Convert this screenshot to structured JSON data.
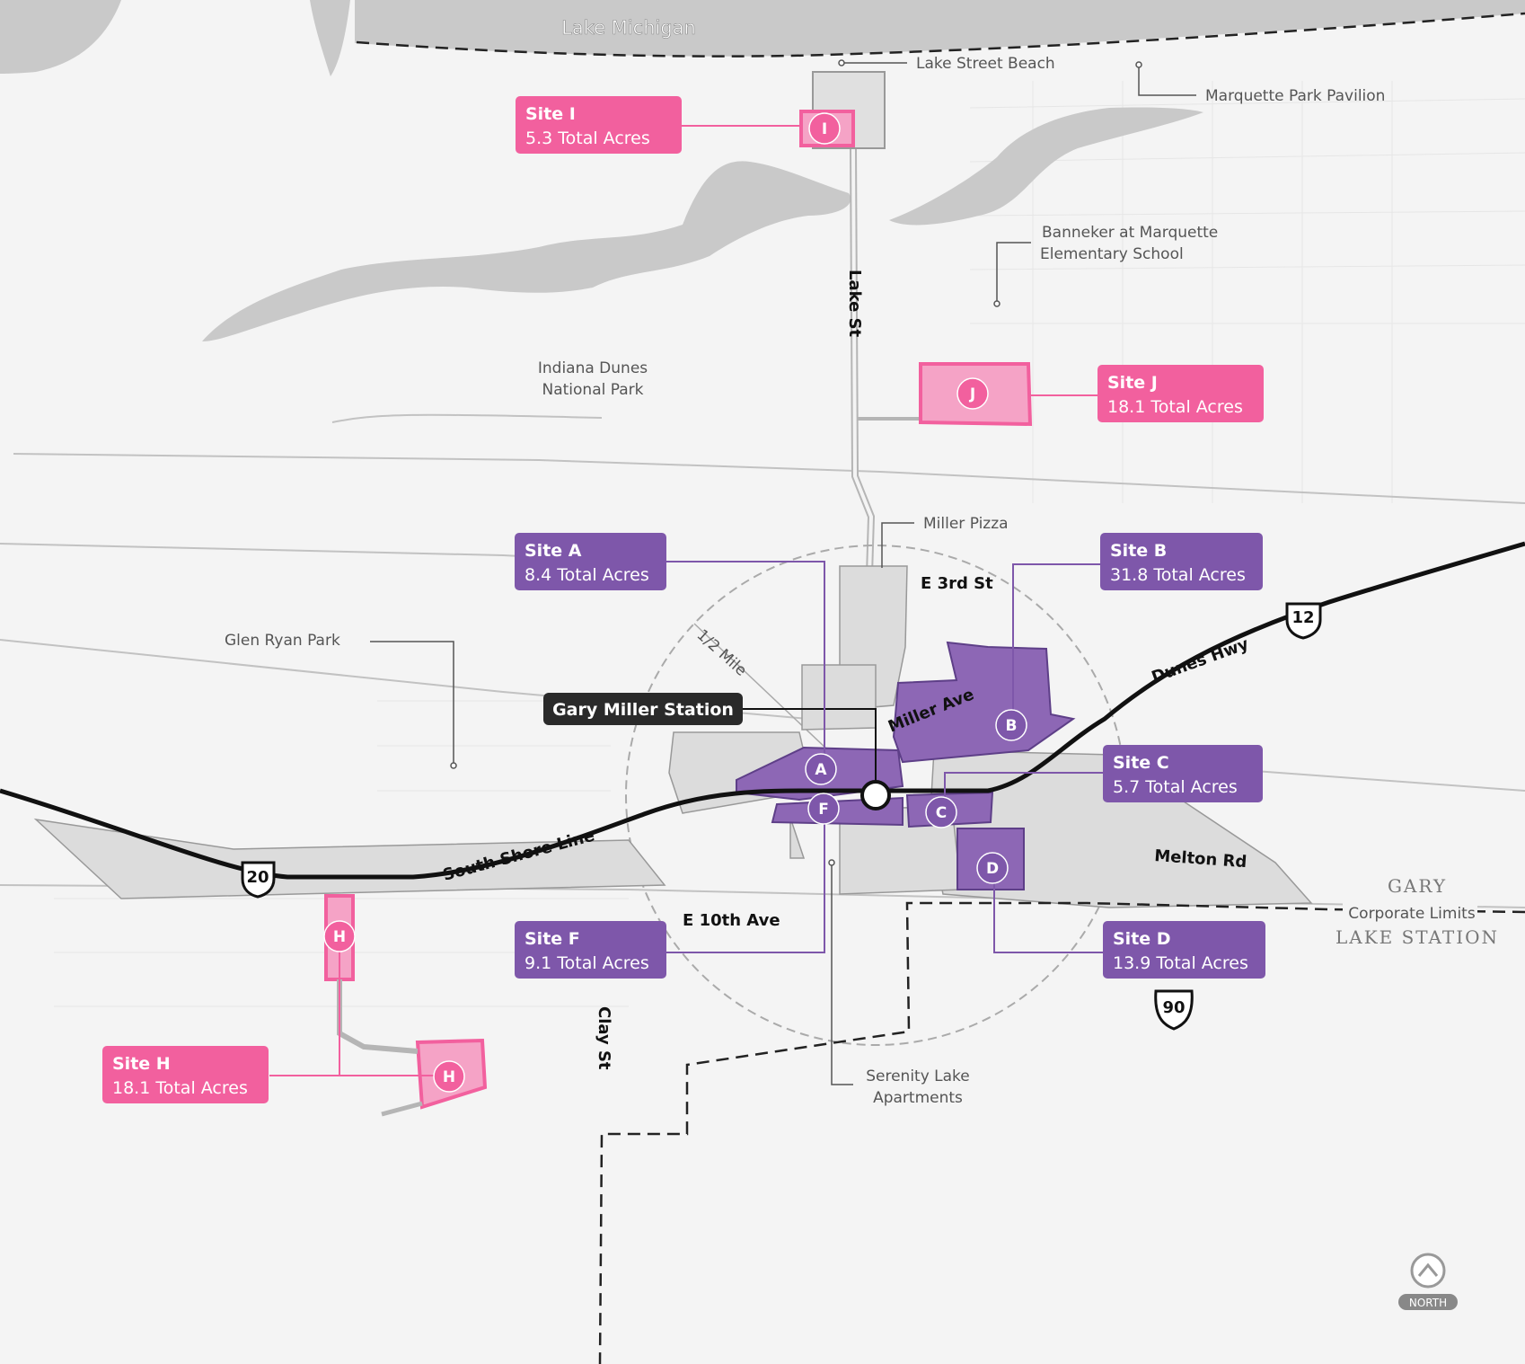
{
  "colors": {
    "pink": "#f2609e",
    "purple": "#7e57aa",
    "water": "#c9c9c9",
    "land": "#f4f4f4",
    "road": "#b5b5b5",
    "rail": "#111111"
  },
  "water": {
    "lake_label": "Lake Michigan"
  },
  "places": {
    "lake_street_beach": "Lake Street Beach",
    "marquette_pavilion": "Marquette Park Pavilion",
    "banneker_line1": "Banneker at Marquette",
    "banneker_line2": "Elementary School",
    "dunes_line1": "Indiana Dunes",
    "dunes_line2": "National Park",
    "miller_pizza": "Miller Pizza",
    "glen_ryan_park": "Glen Ryan Park",
    "serenity_line1": "Serenity Lake",
    "serenity_line2": "Apartments",
    "half_mile": "1/2 Mile"
  },
  "roads": {
    "lake_st": "Lake St",
    "e_3rd_st": "E 3rd St",
    "miller_ave": "Miller Ave",
    "dunes_hwy": "Dunes Hwy",
    "melton_rd": "Melton Rd",
    "e_10th_ave": "E 10th Ave",
    "clay_st": "Clay St",
    "south_shore_line": "South Shore Line"
  },
  "shields": {
    "us12": "12",
    "us20": "20",
    "i90": "90"
  },
  "station": {
    "label": "Gary Miller Station"
  },
  "sites": [
    {
      "key": "I",
      "title": "Site I",
      "acres": "5.3 Total Acres",
      "color": "pink"
    },
    {
      "key": "J",
      "title": "Site J",
      "acres": "18.1 Total Acres",
      "color": "pink"
    },
    {
      "key": "A",
      "title": "Site A",
      "acres": "8.4 Total Acres",
      "color": "purple"
    },
    {
      "key": "B",
      "title": "Site B",
      "acres": "31.8 Total Acres",
      "color": "purple"
    },
    {
      "key": "C",
      "title": "Site C",
      "acres": "5.7 Total Acres",
      "color": "purple"
    },
    {
      "key": "F",
      "title": "Site F",
      "acres": "9.1 Total Acres",
      "color": "purple"
    },
    {
      "key": "D",
      "title": "Site D",
      "acres": "13.9 Total Acres",
      "color": "purple"
    },
    {
      "key": "H",
      "title": "Site H",
      "acres": "18.1 Total Acres",
      "color": "pink"
    }
  ],
  "boundary": {
    "gary": "GARY",
    "corporate_limits": "Corporate Limits",
    "lake_station": "LAKE STATION"
  },
  "north_arrow": {
    "label": "NORTH"
  }
}
